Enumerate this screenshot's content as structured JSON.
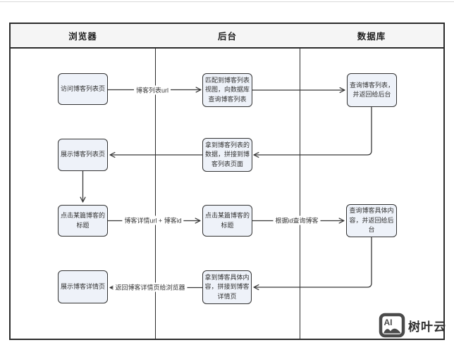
{
  "header": {
    "lanes": [
      "浏览器",
      "后台",
      "数据库"
    ]
  },
  "nodes": [
    {
      "id": "visit-blog-list-page",
      "lane": "browser",
      "text": "访问博客列表页"
    },
    {
      "id": "match-list-view-query-db",
      "lane": "backend",
      "text": "匹配到博客列表视图，向数据库查询博客列表"
    },
    {
      "id": "query-blog-list-return",
      "lane": "database",
      "text": "查询博客列表，并返回给后台"
    },
    {
      "id": "show-blog-list-page",
      "lane": "browser",
      "text": "展示博客列表页"
    },
    {
      "id": "get-list-data-splice-page",
      "lane": "backend",
      "text": "拿到博客列表的数据，拼接到博客列表页面"
    },
    {
      "id": "click-blog-title-browser",
      "lane": "browser",
      "text": "点击某篇博客的标题"
    },
    {
      "id": "click-blog-title-backend",
      "lane": "backend",
      "text": "点击某篇博客的标题"
    },
    {
      "id": "query-blog-content-return",
      "lane": "database",
      "text": "查询博客具体内容，并返回给后台"
    },
    {
      "id": "show-blog-detail-page",
      "lane": "browser",
      "text": "展示博客详情页"
    },
    {
      "id": "get-content-splice-detail",
      "lane": "backend",
      "text": "拿到博客具体内容，拼接到博客详情页"
    }
  ],
  "edge_labels": [
    {
      "label": "博客列表url"
    },
    {
      "label": "博客详情url + 博客id"
    },
    {
      "label": "根据id查询博客"
    },
    {
      "label": "返回博客详情页给浏览器"
    }
  ],
  "watermark": {
    "icon_text": "AI",
    "brand": "树叶云"
  },
  "colors": {
    "node_fill": "#eef2f9",
    "node_border": "#333333",
    "lane_header_bg": "#f5f5f5",
    "table_border": "#2b2b2b",
    "line": "#383838"
  }
}
